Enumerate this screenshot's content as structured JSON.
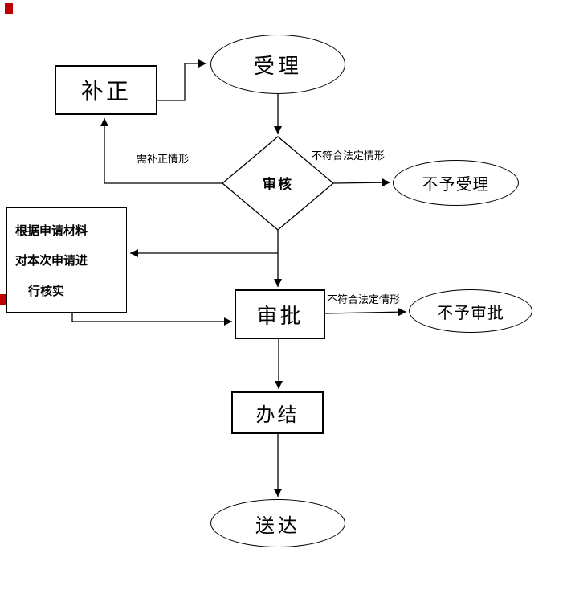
{
  "nodes": {
    "accept": "受理",
    "correct": "补正",
    "review": "审核",
    "reject_accept": "不予受理",
    "verify_line1": "根据申请材料",
    "verify_line2": "对本次申请进",
    "verify_line3": "行核实",
    "approve": "审批",
    "reject_approve": "不予审批",
    "complete": "办结",
    "deliver": "送达"
  },
  "edge_labels": {
    "need_correction": "需补正情形",
    "not_legal_accept": "不符合法定情形",
    "not_legal_approve": "不符合法定情形"
  },
  "colors": {
    "stroke": "#000000",
    "red_mark": "#c00000",
    "background": "#ffffff"
  }
}
